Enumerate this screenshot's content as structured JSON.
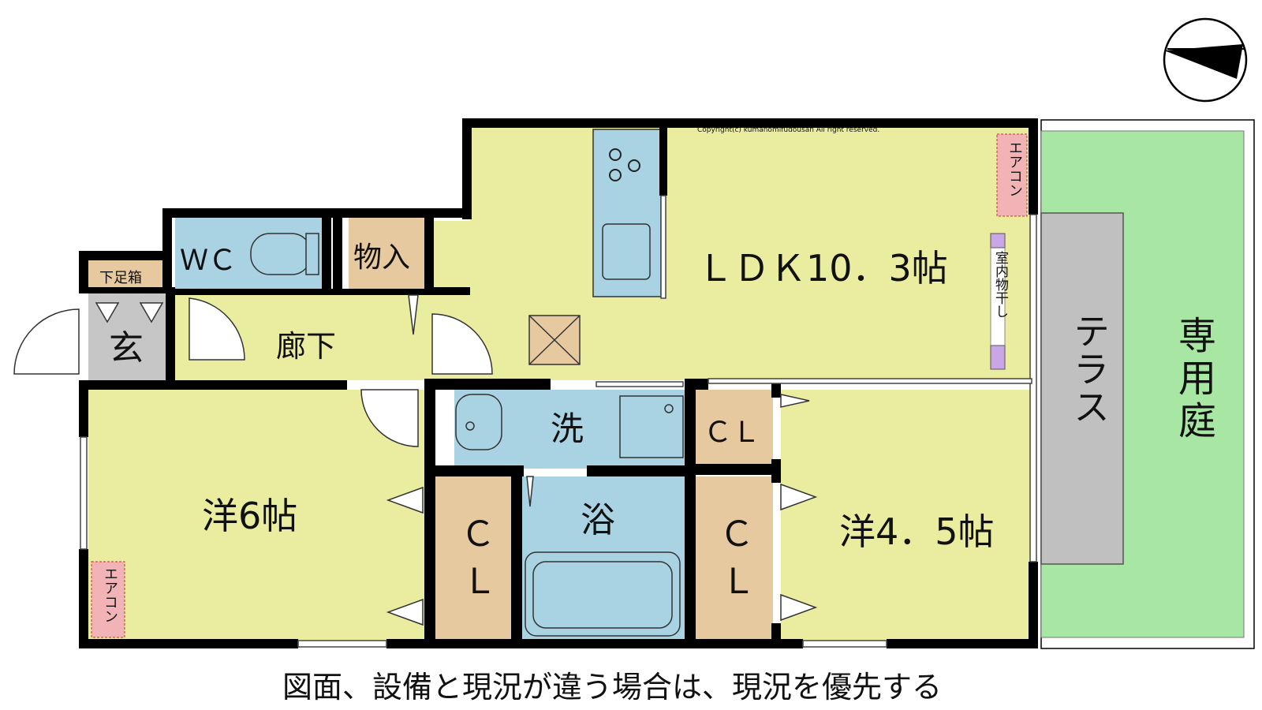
{
  "rooms": {
    "ldk": "ＬＤＫ10．3帖",
    "wc": "ＷＣ",
    "storage": "物入",
    "shoe_box": "下足箱",
    "entrance": "玄",
    "hallway": "廊下",
    "washroom": "洗",
    "bath": "浴",
    "closet_1": "ＣＬ",
    "closet_2_line1": "Ｃ",
    "closet_2_line2": "Ｌ",
    "closet_3_line1": "Ｃ",
    "closet_3_line2": "Ｌ",
    "western_6": "洋6帖",
    "western_45": "洋4．5帖",
    "terrace": "テラス",
    "garden": "専用庭"
  },
  "labels": {
    "aircon_1": "エアコン",
    "aircon_2": "エアコン",
    "indoor_drying": "室内物干し",
    "copyright": "Copyright(c) kumanomifudousan All right reserved.",
    "disclaimer": "図面、設備と現況が違う場合は、現況を優先する"
  },
  "colors": {
    "room_yellow": "#eaeca0",
    "wet_blue": "#a9d2e3",
    "storage_tan": "#e7c9a0",
    "terrace_gray": "#c0c0c0",
    "garden_green": "#a8e6a3",
    "entrance_gray": "#c6c6c6",
    "aircon_pink": "#f2b3b6",
    "drying_purple": "#c9a6e6",
    "wall": "#000000"
  }
}
